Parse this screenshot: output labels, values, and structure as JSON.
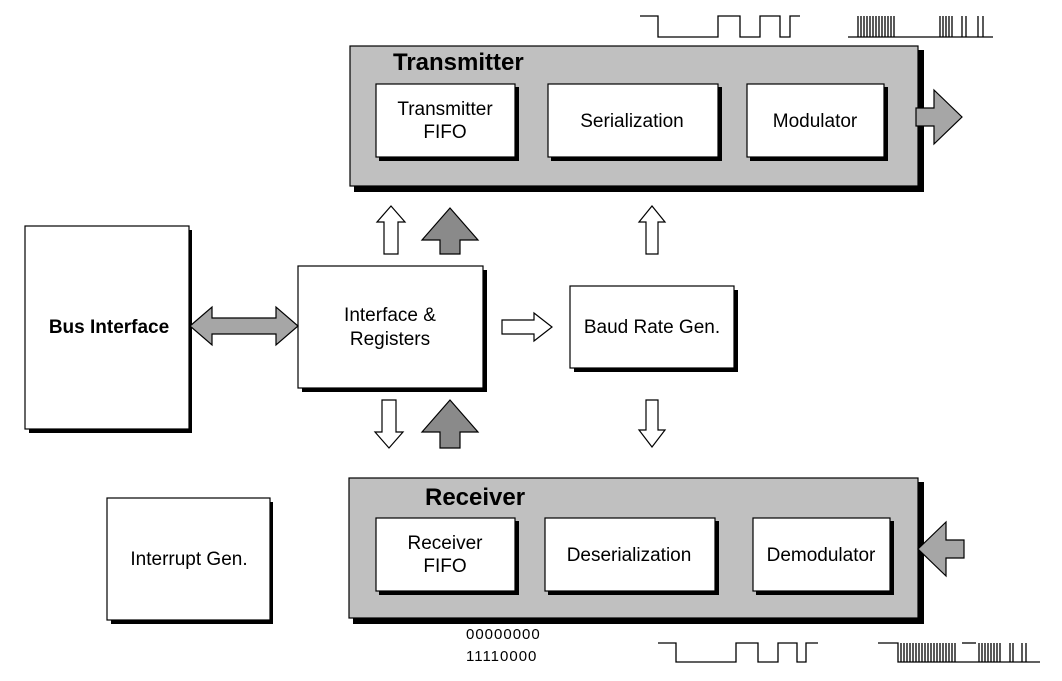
{
  "transmitter": {
    "title": "Transmitter",
    "blocks": {
      "fifo": [
        "Transmitter",
        "FIFO"
      ],
      "serialization": "Serialization",
      "modulator": "Modulator"
    }
  },
  "receiver": {
    "title": "Receiver",
    "blocks": {
      "fifo": [
        "Receiver",
        "FIFO"
      ],
      "deserialization": "Deserialization",
      "demodulator": "Demodulator"
    }
  },
  "bus_interface": "Bus Interface",
  "interface_registers": [
    "Interface &",
    "Registers"
  ],
  "baud_rate_gen": "Baud Rate Gen.",
  "interrupt_gen": "Interrupt Gen.",
  "bit_patterns": [
    "00000000",
    "11110000"
  ]
}
